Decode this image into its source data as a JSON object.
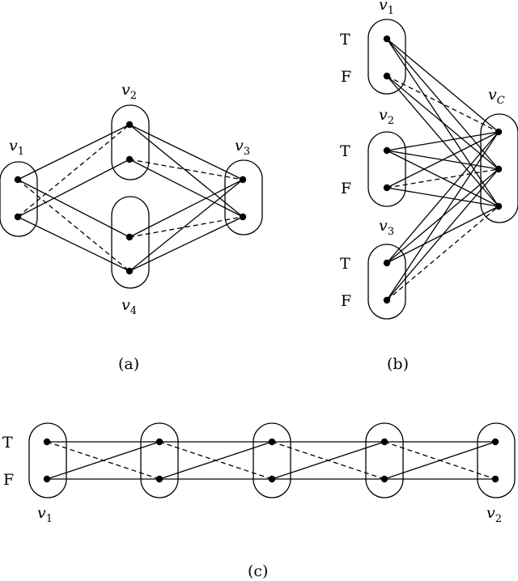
{
  "captions": {
    "a": "(a)",
    "b": "(b)",
    "c": "(c)"
  },
  "truth_labels": {
    "t": "T",
    "f": "F"
  },
  "variable_symbol": "v",
  "labels": {
    "a_v1": "1",
    "a_v2": "2",
    "a_v3": "3",
    "a_v4": "4",
    "b_v1": "1",
    "b_v2": "2",
    "b_v3": "3",
    "b_vc": "C",
    "c_v1": "1",
    "c_v2": "2"
  }
}
